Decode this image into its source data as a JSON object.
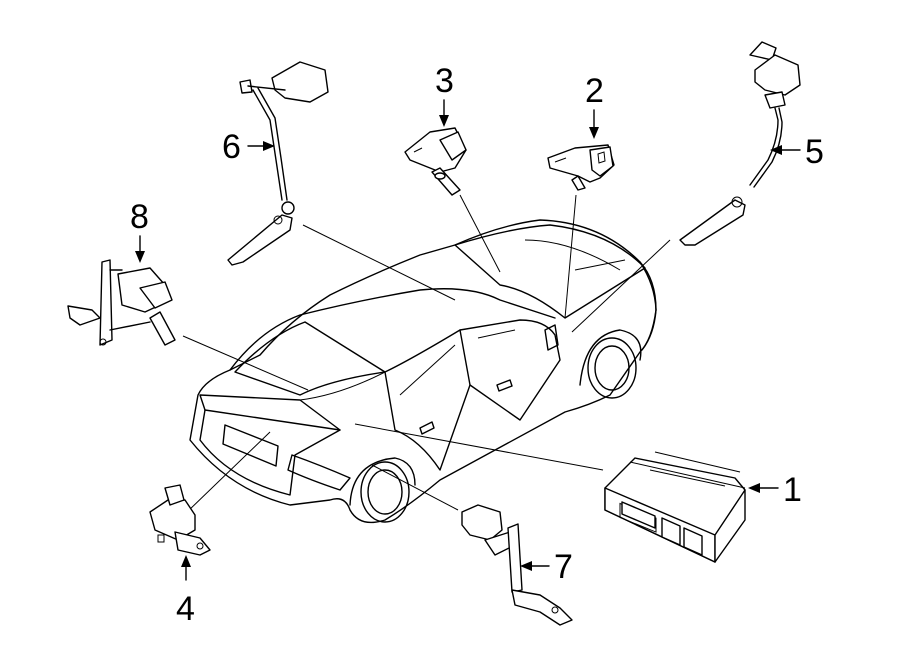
{
  "callouts": [
    {
      "id": "1",
      "label": "1"
    },
    {
      "id": "2",
      "label": "2"
    },
    {
      "id": "3",
      "label": "3"
    },
    {
      "id": "4",
      "label": "4"
    },
    {
      "id": "5",
      "label": "5"
    },
    {
      "id": "6",
      "label": "6"
    },
    {
      "id": "7",
      "label": "7"
    },
    {
      "id": "8",
      "label": "8"
    }
  ],
  "parts": [
    {
      "id": "1",
      "icon": "control-module-icon"
    },
    {
      "id": "2",
      "icon": "sensor-bracket-icon"
    },
    {
      "id": "3",
      "icon": "sensor-bracket-icon"
    },
    {
      "id": "4",
      "icon": "sensor-icon"
    },
    {
      "id": "5",
      "icon": "level-sensor-with-link-icon"
    },
    {
      "id": "6",
      "icon": "level-sensor-with-link-icon"
    },
    {
      "id": "7",
      "icon": "level-sensor-icon"
    },
    {
      "id": "8",
      "icon": "level-sensor-icon"
    }
  ]
}
